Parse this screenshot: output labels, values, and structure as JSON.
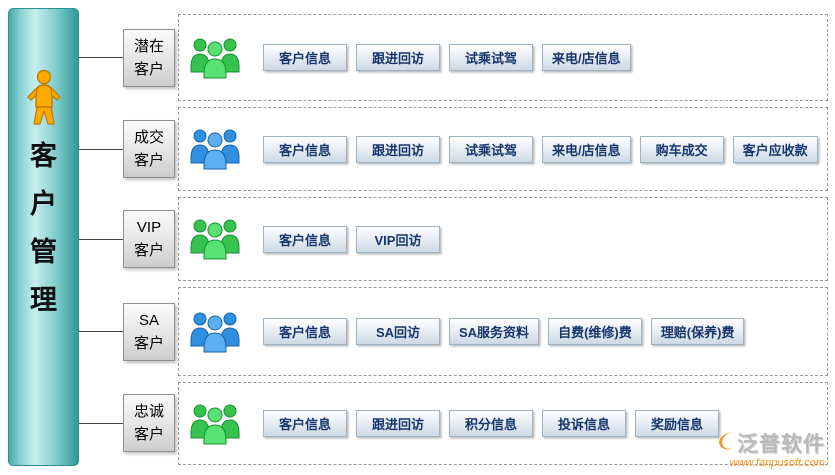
{
  "sidebar": {
    "chars": [
      "客",
      "户",
      "管",
      "理"
    ],
    "icon": "orange-person-icon"
  },
  "rows": [
    {
      "label1": "潜在",
      "label2": "客户",
      "people_icon": "people-group-green-icon",
      "buttons": [
        "客户信息",
        "跟进回访",
        "试乘试驾",
        "来电/店信息"
      ]
    },
    {
      "label1": "成交",
      "label2": "客户",
      "people_icon": "people-group-blue-icon",
      "buttons": [
        "客户信息",
        "跟进回访",
        "试乘试驾",
        "来电/店信息",
        "购车成交",
        "客户应收款"
      ]
    },
    {
      "label1": "VIP",
      "label2": "客户",
      "people_icon": "people-group-green-icon",
      "buttons": [
        "客户信息",
        "VIP回访"
      ]
    },
    {
      "label1": "SA",
      "label2": "客户",
      "people_icon": "people-group-blue-icon",
      "buttons": [
        "客户信息",
        "SA回访",
        "SA服务资料",
        "自费(维修)费",
        "理赔(保养)费"
      ]
    },
    {
      "label1": "忠诚",
      "label2": "客户",
      "people_icon": "people-group-green-icon",
      "buttons": [
        "客户信息",
        "跟进回访",
        "积分信息",
        "投诉信息",
        "奖励信息"
      ]
    }
  ],
  "watermark": {
    "brand": "泛普软件",
    "url": "www.fanpusoft.com"
  },
  "colors": {
    "sidebar_teal": "#3aa2a2",
    "people_green": "#35c24f",
    "people_blue": "#2f8fe0",
    "button_text": "#17366e",
    "brand_orange": "#f7941d"
  }
}
